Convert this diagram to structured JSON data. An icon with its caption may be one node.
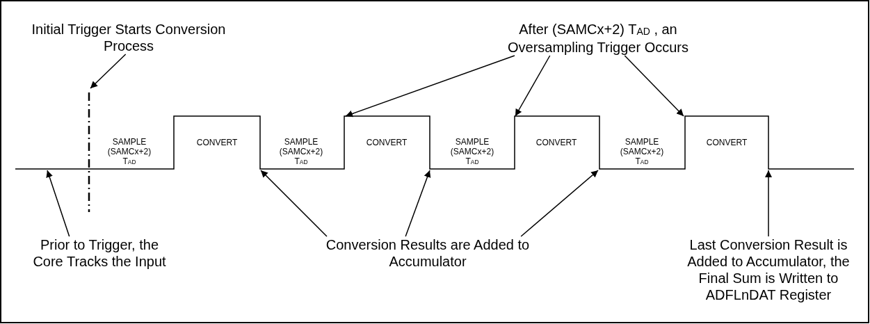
{
  "diagram": {
    "nodes": [
      {
        "text": [
          "Initial Trigger Starts Conversion Process"
        ]
      },
      {
        "text": [
          "After (SAMCx+2) T$_{AD}$ , an Oversampling Trigger Occurs"
        ]
      },
      {
        "text": [
          "Prior to Trigger, the Core Tracks the Input"
        ]
      },
      {
        "text": [
          "Conversion Results are Added to Accumulator"
        ]
      },
      {
        "text": [
          "Last Conversion Result is Added to Accumulator, the Final Sum is Written to ADFLnDAT Register"
        ]
      }
    ],
    "edges": [
      {
        "from": 0,
        "to": null,
        "arrow": "to"
      },
      {
        "from": 1,
        "to": null,
        "arrow": "to"
      },
      {
        "from": 1,
        "to": null,
        "arrow": "to"
      },
      {
        "from": 1,
        "to": null,
        "arrow": "to"
      },
      {
        "from": 2,
        "to": null,
        "arrow": "to"
      },
      {
        "from": 3,
        "to": null,
        "arrow": "to"
      },
      {
        "from": 3,
        "to": null,
        "arrow": "to"
      },
      {
        "from": 3,
        "to": null,
        "arrow": "to"
      },
      {
        "from": 4,
        "to": null,
        "arrow": "to"
      }
    ],
    "labels": [
      "SAMPLE (SAMCx+2) T$_{AD}$",
      "CONVERT",
      "SAMPLE (SAMCx+2) T$_{AD}$",
      "CONVERT",
      "SAMPLE (SAMCx+2) T$_{AD}$",
      "CONVERT",
      "SAMPLE (SAMCx+2) T$_{AD}$",
      "CONVERT"
    ]
  }
}
